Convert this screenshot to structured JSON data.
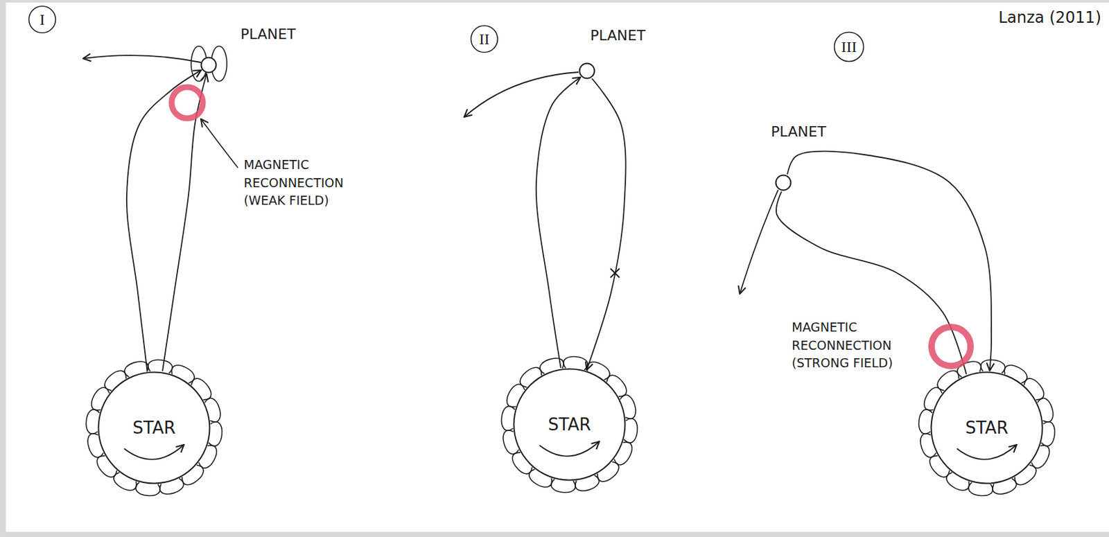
{
  "diagram": {
    "nodes": [
      {
        "text": [
          "I"
        ]
      },
      {
        "text": [
          "PLANET"
        ]
      },
      {
        "text": [
          "STAR"
        ]
      },
      {
        "text": [
          "II"
        ]
      },
      {
        "text": [
          "PLANET"
        ]
      },
      {
        "text": [
          "STAR"
        ]
      },
      {
        "text": [
          "III"
        ]
      },
      {
        "text": [
          "PLANET"
        ]
      },
      {
        "text": [
          "STAR"
        ]
      }
    ],
    "edges": [
      {
        "from": 2,
        "to": 1,
        "arrow": "to"
      },
      {
        "from": 2,
        "to": 1,
        "arrow": "to"
      },
      {
        "from": 5,
        "to": 4,
        "arrow": "to"
      },
      {
        "from": 4,
        "to": 5,
        "arrow": "to"
      },
      {
        "from": 7,
        "to": 8,
        "arrow": "to"
      },
      {
        "from": 7,
        "to": 8,
        "arrow": "none"
      }
    ],
    "labels": [
      "MAGNETIC RECONNECTION (WEAK FIELD)",
      "MAGNETIC RECONNECTION (STRONG FIELD)",
      "Lanza (2011)"
    ]
  }
}
